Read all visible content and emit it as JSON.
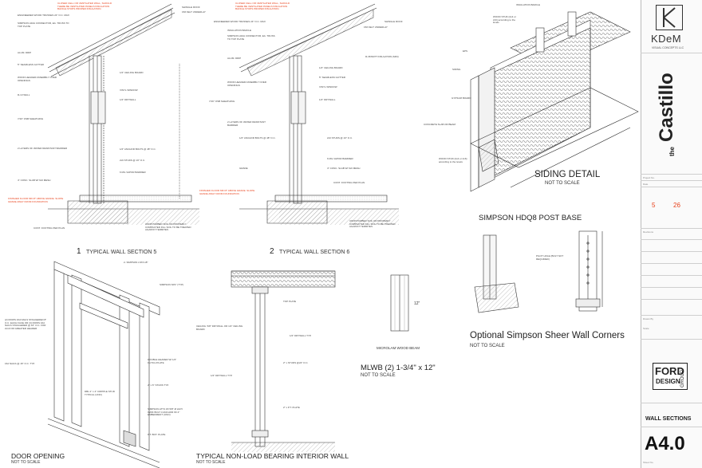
{
  "sheet": {
    "number": "A4.0",
    "title": "WALL SECTIONS"
  },
  "firm": {
    "name": "KDeM",
    "tagline": "VISUAL CONCEPTS LLC"
  },
  "project": {
    "name_prefix": "the",
    "name": "Castillo"
  },
  "stamp": {
    "left_digit": "5",
    "right_digits": "26"
  },
  "designer": {
    "line1": "FORD",
    "line2": "DESIGN",
    "line3": "GROUP"
  },
  "details": {
    "wall5": {
      "number": "1",
      "title": "TYPICAL WALL SECTION 5"
    },
    "wall6": {
      "number": "2",
      "title": "TYPICAL WALL SECTION 6"
    },
    "siding": {
      "title": "SIDING DETAIL",
      "scale": "NOT TO SCALE"
    },
    "hdq8": {
      "title": "SIMPSON HDQ8 POST BASE"
    },
    "sheer": {
      "title": "Optional Simpson Sheer Wall Corners",
      "scale": "NOT TO SCALE"
    },
    "mlwb": {
      "title": "MLWB (2) 1-3/4\" x 12\"",
      "scale": "NOT TO SCALE",
      "beam_label": "MICROLAM WOOD BEAM",
      "dim": "12\""
    },
    "door": {
      "title": "DOOR OPENING",
      "scale": "NOT TO SCALE"
    },
    "interior": {
      "title": "TYPICAL NON-LOAD BEARING INTERIOR WALL",
      "scale": "NOT TO SCALE"
    }
  },
  "notes": {
    "warn_top_1": "CLOSED CELL OR VENTILATED WALL, SHOULD THERE BE VENTILATED PANELS INSULATION BAFFLE STOPS PROPER INSULATION.",
    "warn_top_2": "CLOSED CELL OR VENTILATED WALL, SHOULD THERE BE VENTILATED PANELS INSULATION BAFFLE STOPS PROPER INSULATION.",
    "warn_floor_1": "FINISHED FLOOR MIN 8\" ABOVE GRADE. SLOPE GRADE AWAY FROM FOUNDATION",
    "warn_floor_2": "FINISHED FLOOR MIN 8\" ABOVE GRADE. SLOPE GRADE AWAY FROM FOUNDATION",
    "shingle_roof": "SHINGLE ROOF",
    "felt": "15# FELT UNDERLAY",
    "insulation_baffle": "INSULATION BAFFLE",
    "truss": "ENGINEERED WOOD TRUSSES 24\" O.C. MAX",
    "simpson_h10a": "SIMPSON H10A CONNECTOR, EA. TRUSS TO TOP PLATE",
    "alum_drip": "ALUM. DRIP",
    "gutter": "5\" SEAMLESS GUTTER",
    "ceiling": "1/2\" CEILING BOARD",
    "header": "WOOD HEADER ASSEMBLY OVER OPENINGS",
    "r13": "R-13 WALL",
    "vinyl_window": "VINYL WINDOW",
    "sheathing": "7/16\" OSB SHEATHING",
    "wrb": "2 LAYERS OF WATER RESISTANT BARRIER",
    "drywall": "1/2\" DRYWALL",
    "anchor": "1/2\" ANCHOR BOLTS @ 48\" O.C.",
    "sill": "2x6 STUDS @ 16\" O.C.",
    "vapor": "6 MIL VAPOR BARRIER",
    "gravel": "4\" CONC. SLAB W/ 6x6 MESH",
    "footing": "CONT. FOOTING PER PLAN",
    "compacted": "UNDISTURBED SOIL OR PROPERLY COMPACTED FILL SOIL TO BE TREATED AGAINST TERMITES",
    "grade": "GRADE",
    "sd_baffle": "INSULATION BAFFLE",
    "sd_wood": "WOOD STUD (2x4 or 2x6) according to the levels",
    "sd_eps": "EPS",
    "sd_siding": "SIDING",
    "sd_gypsum": "GYPSUM BOARD",
    "sd_slab": "CONCRETE SLAB OR BEAM",
    "sd_wood2": "WOOD STUD (2x4 or 2x6) according to the levels",
    "pilot": "PILOT HOLE (BOLT NOT REQUIRED)",
    "r38": "R-38 BATT INSULATION (MIN)",
    "top_plate": "TOP PLATE",
    "ceiling_int": "CEILING: 5/8\" DRYWALL OR 1/2\" CEILING BOARD",
    "dw_typ": "1/2\" DRYWALL TYP.",
    "studs_int": "2\" x STUDS @24\" O.C.",
    "dw_typ2": "1/2\" DRYWALL TYP.",
    "pt_plate": "2\" x P.T. PLATE",
    "simpson_lsta": "2- SIMPSON LSTA 18\"",
    "simpson_sp": "SIMPSON SP2\" (TYP)",
    "rows_nails": "(2) ROWS 16d NAILS STAGGERED 8\" O.C. EACH FACE OR (3) ROWS 16d NAILS STAGGERED @ 16\" O.C. FOR 2x10 OR GREATER HEADER",
    "double_header": "DOUBLE HEADER W/ 1/2\" FLITCH PLATE",
    "king_stud": "2\" x 6\" STUDS TYP.",
    "cripple": "DBL 2\" x 4\" CRIPPLE STUD TYPICAL (UNO)",
    "simpson_hd": "SIMPSON HTT4 W/ 5/8\" Ø HILTI KWIK BOLT 3 ANCHOR W/ 4\" EMBEDMENT (UNO)",
    "pt_bot": "P.T. BOT. PLATE",
    "studs16": "16d NAILS @ 16\" O.C. TYP."
  },
  "titleblock": {
    "rev_label": "Revisions",
    "date_label": "Date",
    "project_label": "Project No.",
    "drawn_label": "Drawn By",
    "scale_label": "Scale",
    "sheet_label": "Sheet No."
  }
}
